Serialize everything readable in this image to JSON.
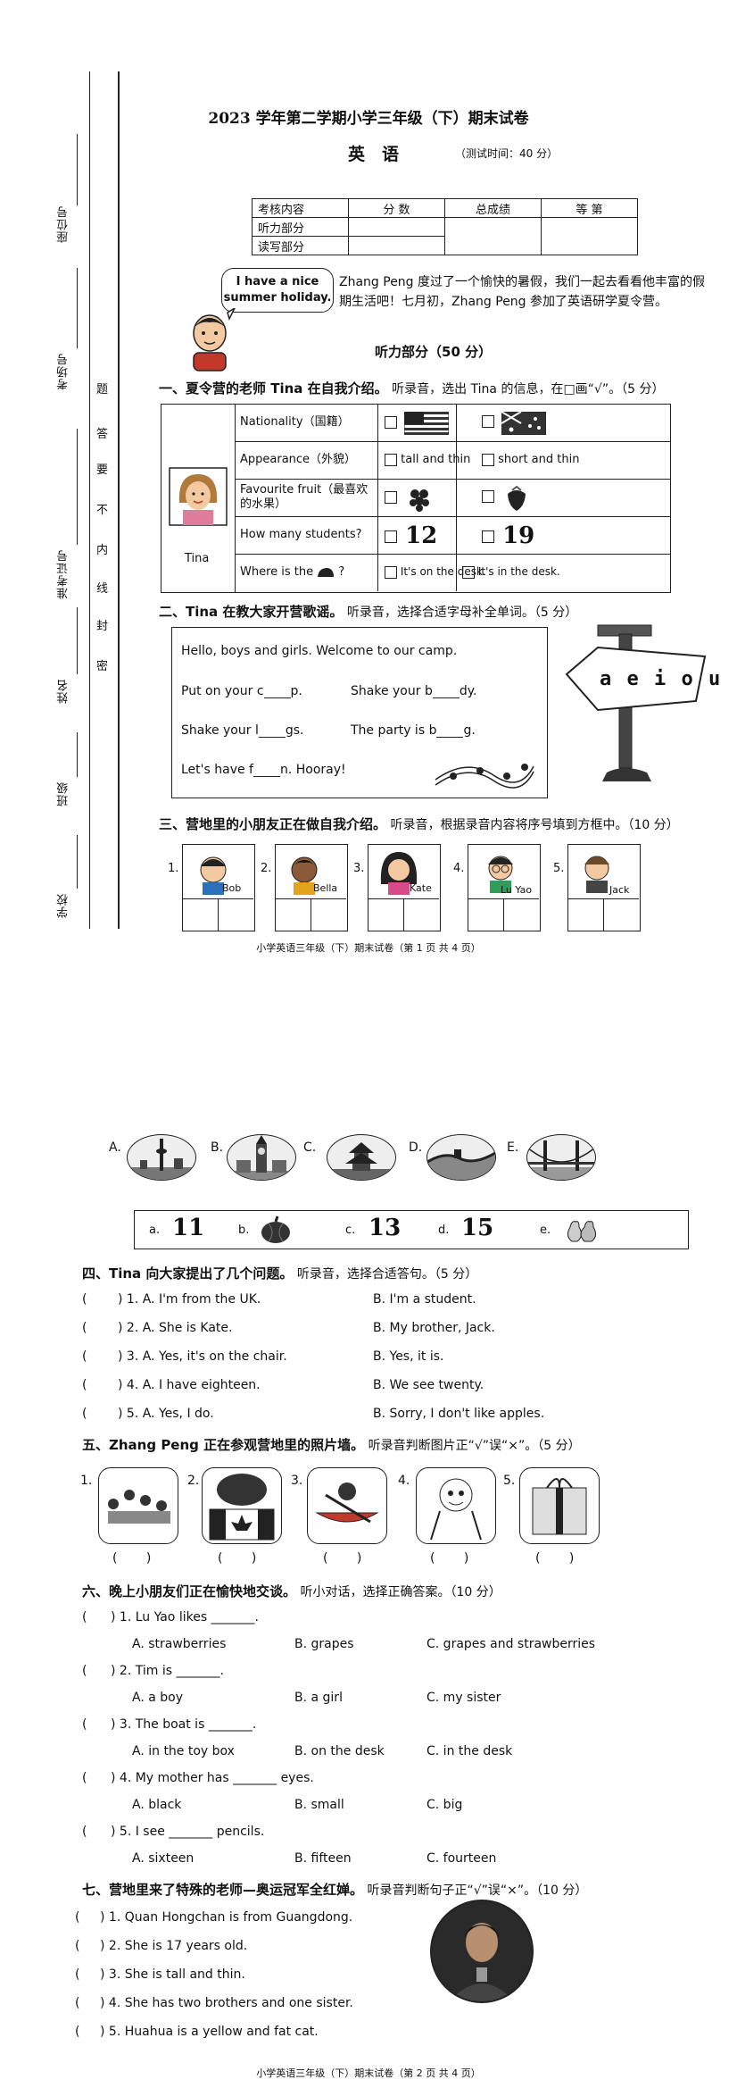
{
  "page1": {
    "title": "2023 学年第二学期小学三年级（下）期末试卷",
    "subject": "英　语",
    "time_note": "（测试时间：40 分）",
    "margin_labels": [
      "座位号",
      "考场号",
      "准考证号",
      "姓名",
      "班级",
      "学校"
    ],
    "seal_chars": [
      "题",
      "答",
      "要",
      "不",
      "内",
      "线",
      "封",
      "密"
    ],
    "score_table": {
      "headers": [
        "考核内容",
        "分 数",
        "总成绩",
        "等 第"
      ],
      "rows": [
        "听力部分",
        "读写部分"
      ]
    },
    "bubble": "I have a nice summer holiday.",
    "intro": "Zhang Peng 度过了一个愉快的暑假，我们一起去看看他丰富的假期生活吧！七月初，Zhang Peng 参加了英语研学夏令营。",
    "listening_title": "听力部分（50 分）",
    "part1": {
      "title": "一、夏令营的老师 Tina 在自我介绍。",
      "instr": "听录音，选出 Tina 的信息，在□画“√”。（5 分）",
      "person": "Tina",
      "rows": [
        {
          "q": "Nationality（国籍）",
          "a": "",
          "b": ""
        },
        {
          "q": "Appearance（外貌）",
          "a": "tall and thin",
          "b": "short and thin"
        },
        {
          "q": "Favourite fruit（最喜欢的水果）",
          "a": "",
          "b": ""
        },
        {
          "q": "How many students?",
          "a": "12",
          "b": "19"
        },
        {
          "q": "Where is the",
          "q2": "?",
          "a": "It's on the desk.",
          "b": "It's in the desk."
        }
      ]
    },
    "part2": {
      "title": "二、Tina 在教大家开营歌谣。",
      "instr": "听录音，选择合适字母补全单词。（5 分）",
      "line1": "Hello, boys and girls. Welcome to our camp.",
      "l2a_pre": "Put on your c",
      "l2a_post": "p.",
      "l2b_pre": "Shake your b",
      "l2b_post": "dy.",
      "l3a_pre": "Shake your l",
      "l3a_post": "gs.",
      "l3b_pre": "The party is b",
      "l3b_post": "g.",
      "l4_pre": "Let's have f",
      "l4_post": "n.  Hooray!",
      "sign": "a e i o u"
    },
    "part3": {
      "title": "三、营地里的小朋友正在做自我介绍。",
      "instr": "听录音，根据录音内容将序号填到方框中。（10 分）",
      "people": [
        {
          "num": "1.",
          "name": "Bob"
        },
        {
          "num": "2.",
          "name": "Bella"
        },
        {
          "num": "3.",
          "name": "Kate"
        },
        {
          "num": "4.",
          "name": "Lu Yao"
        },
        {
          "num": "5.",
          "name": "Jack"
        }
      ]
    },
    "footer": "小学英语三年级（下）期末试卷（第 1 页 共 4 页）"
  },
  "page2": {
    "pics": [
      "A.",
      "B.",
      "C.",
      "D.",
      "E."
    ],
    "options": [
      {
        "letter": "a.",
        "val": "11"
      },
      {
        "letter": "b.",
        "val": ""
      },
      {
        "letter": "c.",
        "val": "13"
      },
      {
        "letter": "d.",
        "val": "15"
      },
      {
        "letter": "e.",
        "val": ""
      }
    ],
    "part4": {
      "title": "四、Tina 向大家提出了几个问题。",
      "instr": "听录音，选择合适答句。（5 分）",
      "items": [
        {
          "a": ") 1. A. I'm from the UK.",
          "b": "B. I'm a student."
        },
        {
          "a": ") 2. A. She is Kate.",
          "b": "B. My brother, Jack."
        },
        {
          "a": ") 3. A. Yes, it's on the chair.",
          "b": "B. Yes, it is."
        },
        {
          "a": ") 4. A. I have eighteen.",
          "b": "B. We see twenty."
        },
        {
          "a": ") 5. A. Yes, I do.",
          "b": "B. Sorry, I don't like apples."
        }
      ]
    },
    "part5": {
      "title": "五、Zhang Peng 正在参观营地里的照片墙。",
      "instr": "听录音判断图片正“√”误“×”。（5 分）",
      "nums": [
        "1.",
        "2.",
        "3.",
        "4.",
        "5."
      ]
    },
    "part6": {
      "title": "六、晚上小朋友们正在愉快地交谈。",
      "instr": "听小对话，选择正确答案。（10 分）",
      "items": [
        {
          "q": ") 1. Lu Yao likes _______.",
          "a": "A. strawberries",
          "b": "B. grapes",
          "c": "C. grapes and strawberries"
        },
        {
          "q": ") 2. Tim is _______.",
          "a": "A. a boy",
          "b": "B. a girl",
          "c": "C. my sister"
        },
        {
          "q": ") 3. The boat is _______.",
          "a": "A. in the toy box",
          "b": "B. on the desk",
          "c": "C. in the desk"
        },
        {
          "q": ") 4. My mother has _______ eyes.",
          "a": "A. black",
          "b": "B. small",
          "c": "C. big"
        },
        {
          "q": ") 5. I see _______ pencils.",
          "a": "A. sixteen",
          "b": "B. fifteen",
          "c": "C. fourteen"
        }
      ]
    },
    "part7": {
      "title": "七、营地里来了特殊的老师—奥运冠军全红婵。",
      "instr": "听录音判断句子正“√”误“×”。（10 分）",
      "items": [
        ") 1. Quan Hongchan is from Guangdong.",
        ") 2. She is 17 years old.",
        ") 3. She is tall and thin.",
        ") 4. She has two brothers and one sister.",
        ") 5. Huahua is a yellow and fat cat."
      ]
    },
    "footer": "小学英语三年级（下）期末试卷（第 2 页 共 4 页）"
  }
}
